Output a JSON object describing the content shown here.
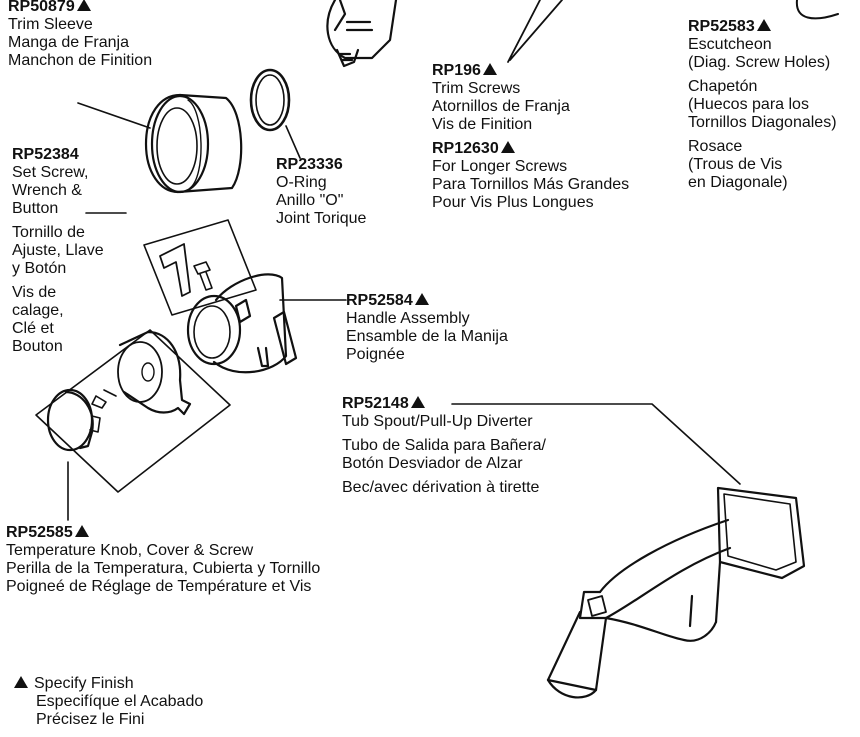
{
  "parts": {
    "trim_sleeve": {
      "part_no": "RP50879",
      "lines": [
        "Trim Sleeve",
        "Manga de Franja",
        "Manchon de Finition"
      ]
    },
    "o_ring": {
      "part_no": "RP23336",
      "lines": [
        "O-Ring",
        "Anillo \"O\"",
        "Joint Torique"
      ]
    },
    "set_screw": {
      "part_no": "RP52384",
      "lines_en": [
        "Set Screw,",
        "Wrench &",
        "Button"
      ],
      "lines_es": [
        "Tornillo de",
        "Ajuste, Llave",
        "y Botón"
      ],
      "lines_fr": [
        "Vis de",
        "calage,",
        "Clé et",
        "Bouton"
      ]
    },
    "trim_screws": {
      "part_no": "RP196",
      "lines": [
        "Trim Screws",
        "Atornillos de Franja",
        "Vis de Finition"
      ]
    },
    "longer_screws": {
      "part_no": "RP12630",
      "lines": [
        "For Longer Screws",
        "Para Tornillos Más Grandes",
        "Pour Vis Plus Longues"
      ]
    },
    "escutcheon": {
      "part_no": "RP52583",
      "lines_en": [
        "Escutcheon",
        "(Diag. Screw Holes)"
      ],
      "lines_es": [
        "Chapetón",
        "(Huecos para los",
        "Tornillos Diagonales)"
      ],
      "lines_fr": [
        "Rosace",
        "(Trous de Vis",
        "en Diagonale)"
      ]
    },
    "handle": {
      "part_no": "RP52584",
      "lines": [
        "Handle Assembly",
        "Ensamble de la Manija",
        "Poignée"
      ]
    },
    "tub_spout": {
      "part_no": "RP52148",
      "line_en": "Tub Spout/Pull-Up Diverter",
      "lines_es": [
        "Tubo de Salida para Bañera/",
        "Botón Desviador de Alzar"
      ],
      "line_fr": "Bec/avec dérivation à tirette"
    },
    "temp_knob": {
      "part_no": "RP52585",
      "lines": [
        "Temperature Knob, Cover & Screw",
        "Perilla de la Temperatura, Cubierta y Tornillo",
        "Poigneé de Réglage de Température et Vis"
      ]
    }
  },
  "legend": {
    "lines": [
      "Specify Finish",
      "Especifíque el Acabado",
      "Précisez le Fini"
    ]
  },
  "icons": {
    "finish_marker": "filled-triangle-icon"
  }
}
